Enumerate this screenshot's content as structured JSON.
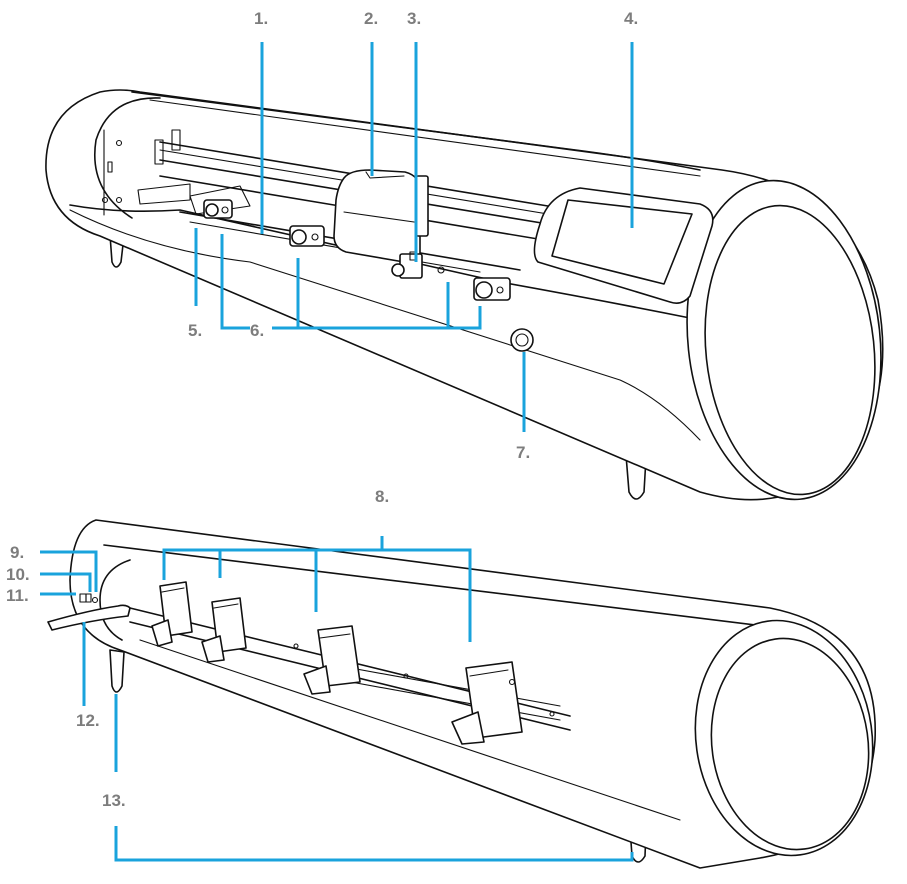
{
  "callouts": {
    "c1": "1.",
    "c2": "2.",
    "c3": "3.",
    "c4": "4.",
    "c5": "5.",
    "c6": "6.",
    "c7": "7.",
    "c8": "8.",
    "c9": "9.",
    "c10": "10.",
    "c11": "11.",
    "c12": "12.",
    "c13": "13."
  },
  "colors": {
    "leader_line": "#1aa3dc",
    "label_text": "#7d7d7d",
    "outline": "#111111"
  }
}
